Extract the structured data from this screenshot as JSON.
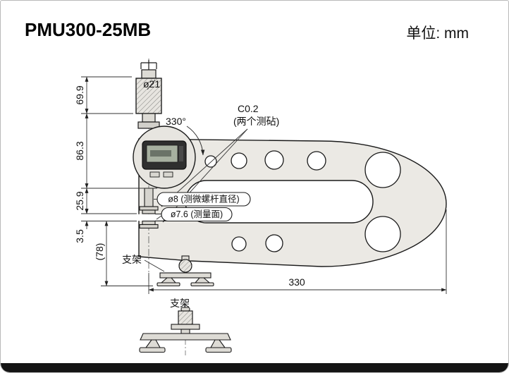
{
  "header": {
    "model": "PMU300-25MB",
    "unit": "单位: mm"
  },
  "annotations": {
    "top_diameter": "ø21",
    "display_rotation": "330°",
    "chamfer": "C0.2",
    "chamfer_note": "(两个测砧)",
    "spindle_label": "ø8 (测微螺杆直径)",
    "face_label": "ø7.6 (测量面)",
    "stand_main": "支架",
    "stand_detail": "支架"
  },
  "dimensions": {
    "thimble_height": "69.9",
    "body_height": "86.3",
    "throat_clearance": "25.9",
    "anvil_gap": "3.5",
    "stand_height": "(78)",
    "frame_depth": "330"
  },
  "colors": {
    "metal_fill": "#ebe9e4",
    "line": "#1a1a1a",
    "lcd": "#a7b0a0",
    "bezel": "#2f2f2f"
  }
}
